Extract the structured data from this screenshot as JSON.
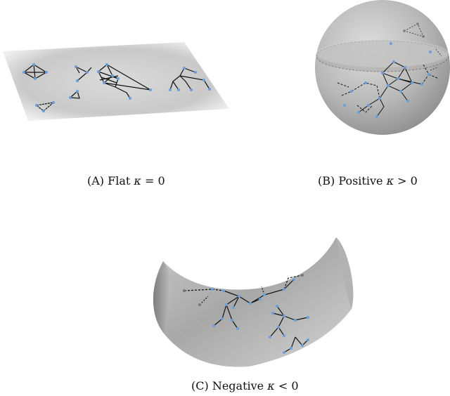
{
  "captions": {
    "a": {
      "label": "(A)",
      "text": "Flat",
      "kappa": "κ",
      "relation": "= 0"
    },
    "b": {
      "label": "(B)",
      "text": "Positive",
      "kappa": "κ",
      "relation": "> 0"
    },
    "c": {
      "label": "(C)",
      "text": "Negative",
      "kappa": "κ",
      "relation": "< 0"
    }
  },
  "colors": {
    "surface_light": "#eeeeee",
    "surface_dark": "#9a9a9a",
    "node": "#6a9fd8",
    "node_gray": "#777777",
    "edge": "#111111"
  }
}
